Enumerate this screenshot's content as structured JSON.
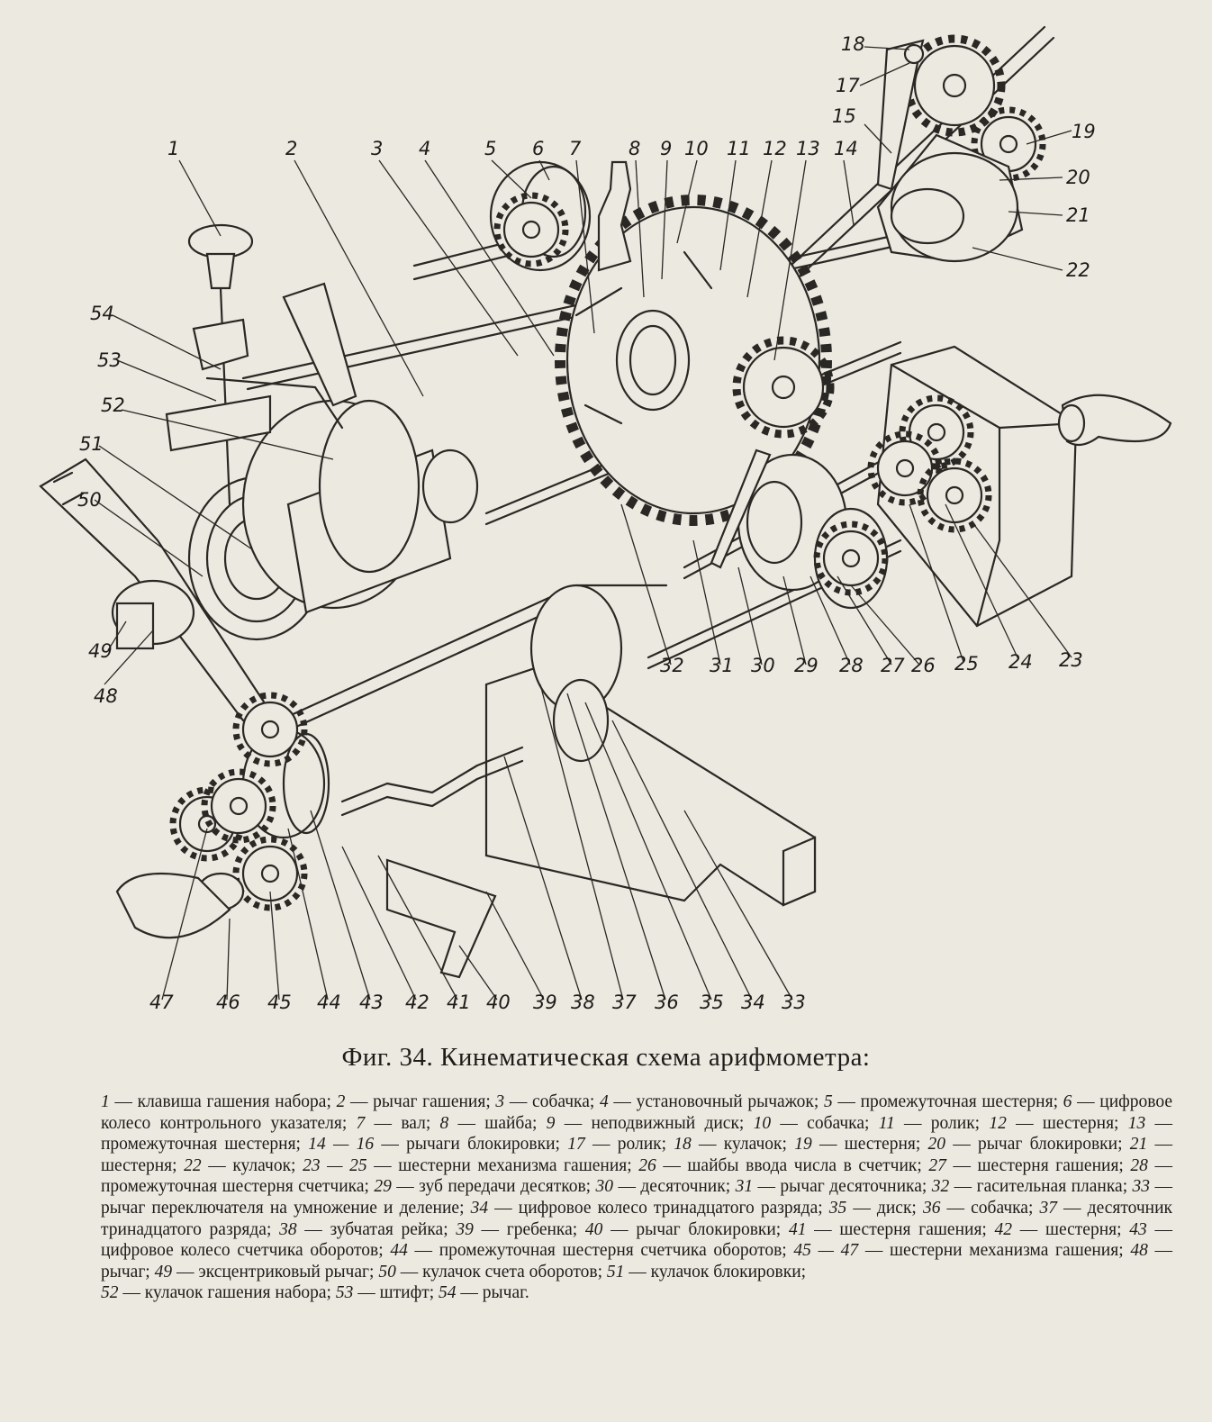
{
  "caption": "Фиг. 34. Кинематическая схема арифмометра:",
  "callouts": {
    "c1": "1",
    "c2": "2",
    "c3": "3",
    "c4": "4",
    "c5": "5",
    "c6": "6",
    "c7": "7",
    "c8": "8",
    "c9": "9",
    "c10": "10",
    "c11": "11",
    "c12": "12",
    "c13": "13",
    "c14": "14",
    "c15": "15",
    "c17": "17",
    "c18": "18",
    "c19": "19",
    "c20": "20",
    "c21": "21",
    "c22": "22",
    "c23": "23",
    "c24": "24",
    "c25": "25",
    "c26": "26",
    "c27": "27",
    "c28": "28",
    "c29": "29",
    "c30": "30",
    "c31": "31",
    "c32": "32",
    "c33": "33",
    "c34": "34",
    "c35": "35",
    "c36": "36",
    "c37": "37",
    "c38": "38",
    "c39": "39",
    "c40": "40",
    "c41": "41",
    "c42": "42",
    "c43": "43",
    "c44": "44",
    "c45": "45",
    "c46": "46",
    "c47": "47",
    "c48": "48",
    "c49": "49",
    "c50": "50",
    "c51": "51",
    "c52": "52",
    "c53": "53",
    "c54": "54"
  },
  "legend": [
    {
      "n": "1",
      "t": " — клавиша гашения набора; "
    },
    {
      "n": "2",
      "t": " — рычаг гашения; "
    },
    {
      "n": "3",
      "t": " — собачка; "
    },
    {
      "n": "4",
      "t": " — установочный рычажок; "
    },
    {
      "n": "5",
      "t": " — промежуточная шестерня; "
    },
    {
      "n": "6",
      "t": " — цифровое колесо контрольного указателя; "
    },
    {
      "n": "7",
      "t": " — вал; "
    },
    {
      "n": "8",
      "t": " — шайба; "
    },
    {
      "n": "9",
      "t": " — неподвижный диск; "
    },
    {
      "n": "10",
      "t": " — собачка; "
    },
    {
      "n": "11",
      "t": " — ролик; "
    },
    {
      "n": "12",
      "t": " — шестерня; "
    },
    {
      "n": "13",
      "t": " — промежуточная шестерня; "
    },
    {
      "n": "14 — 16",
      "t": " — рычаги блокировки; "
    },
    {
      "n": "17",
      "t": " — ролик; "
    },
    {
      "n": "18",
      "t": " — кулачок; "
    },
    {
      "n": "19",
      "t": " — шестерня; "
    },
    {
      "n": "20",
      "t": " — рычаг блокировки; "
    },
    {
      "n": "21",
      "t": " — шестерня; "
    },
    {
      "n": "22",
      "t": " — кулачок; "
    },
    {
      "n": "23 — 25",
      "t": " — шестерни механизма гашения; "
    },
    {
      "n": "26",
      "t": " — шайбы ввода числа в счетчик; "
    },
    {
      "n": "27",
      "t": " — шестерня гашения; "
    },
    {
      "n": "28",
      "t": " — промежуточная шестерня счетчика; "
    },
    {
      "n": "29",
      "t": " — зуб передачи десятков; "
    },
    {
      "n": "30",
      "t": " — десяточник; "
    },
    {
      "n": "31",
      "t": " — рычаг десяточника; "
    },
    {
      "n": "32",
      "t": " — гасительная планка; "
    },
    {
      "n": "33",
      "t": " — рычаг переключателя на умножение и деление; "
    },
    {
      "n": "34",
      "t": " — цифровое колесо тринадцатого разряда; "
    },
    {
      "n": "35",
      "t": " — диск; "
    },
    {
      "n": "36",
      "t": " — собачка; "
    },
    {
      "n": "37",
      "t": " — десяточник тринадцатого разряда; "
    },
    {
      "n": "38",
      "t": " — зубчатая рейка; "
    },
    {
      "n": "39",
      "t": " — гребенка; "
    },
    {
      "n": "40",
      "t": " — рычаг блокировки; "
    },
    {
      "n": "41",
      "t": " — шестерня гашения; "
    },
    {
      "n": "42",
      "t": " — шестерня; "
    },
    {
      "n": "43",
      "t": " — цифровое колесо счетчика оборотов; "
    },
    {
      "n": "44",
      "t": " — промежуточная шестерня счетчика оборотов; "
    },
    {
      "n": "45 — 47",
      "t": " — шестерни механизма гашения; "
    },
    {
      "n": "48",
      "t": " — рычаг; "
    },
    {
      "n": "49",
      "t": " — эксцентриковый рычаг; "
    },
    {
      "n": "50",
      "t": " — кулачок счета оборотов; "
    },
    {
      "n": "51",
      "t": " — кулачок блокировки; "
    }
  ],
  "legend_last": [
    {
      "n": "52",
      "t": " — кулачок гашения набора; "
    },
    {
      "n": "53",
      "t": " — штифт; "
    },
    {
      "n": "54",
      "t": " — рычаг."
    }
  ]
}
